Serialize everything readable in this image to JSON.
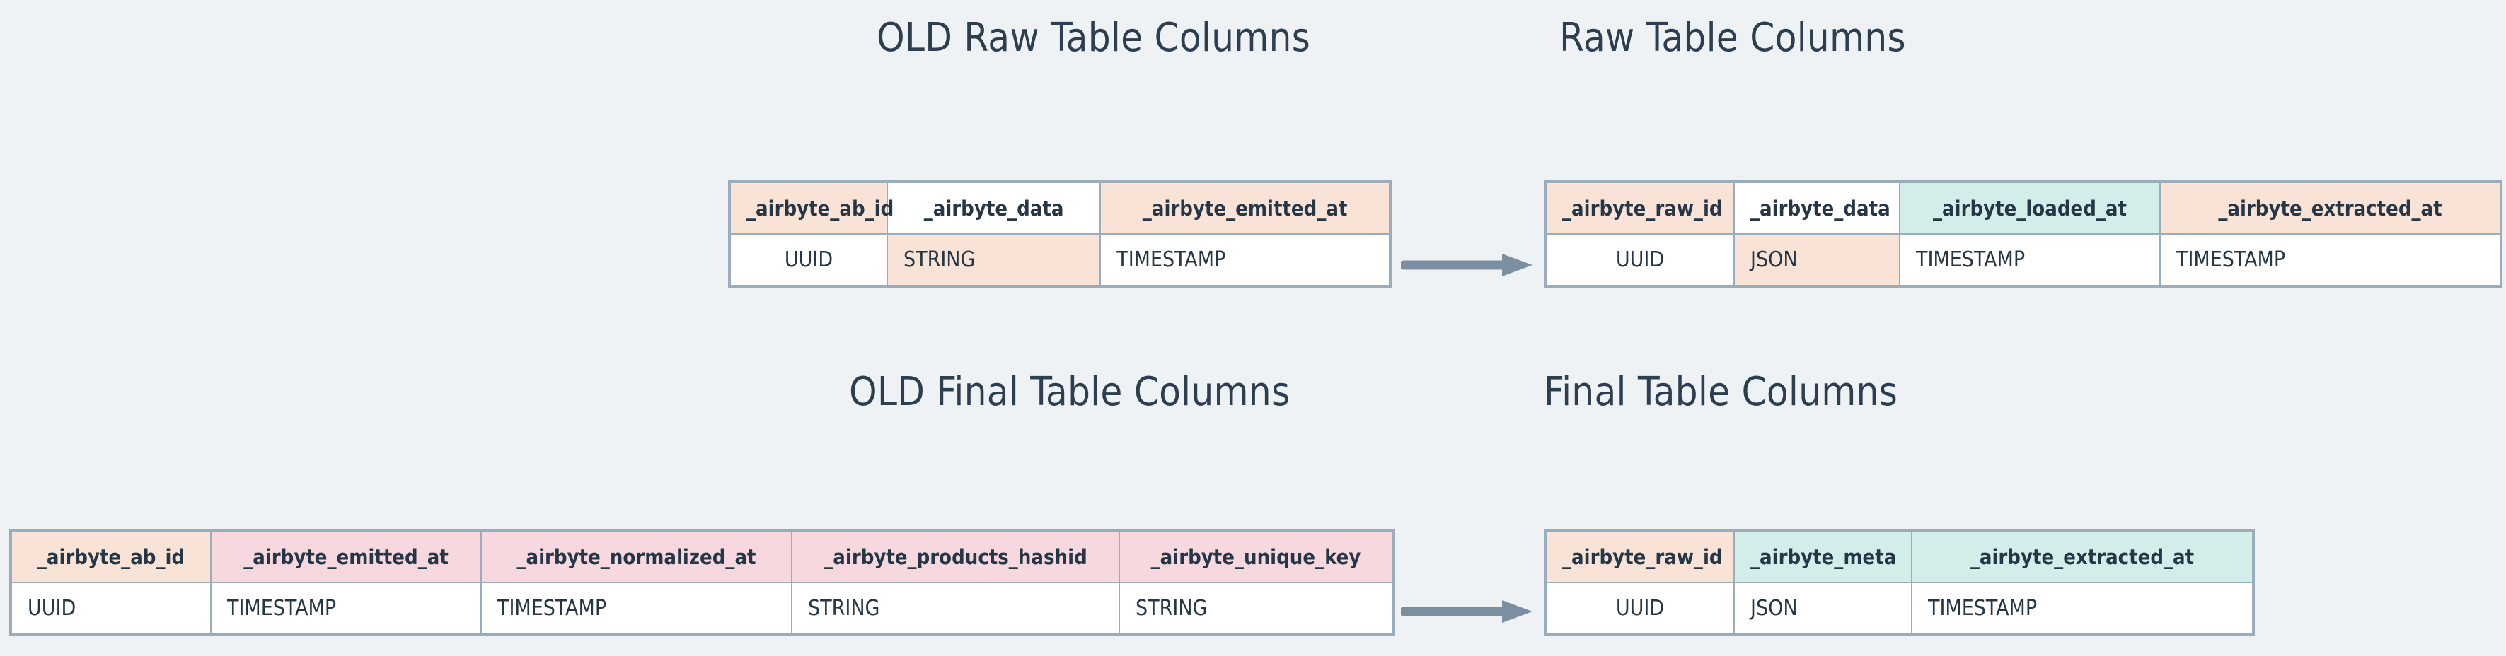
{
  "background_color": "#eff2f5",
  "palette": {
    "peach": "#f8e3d6",
    "teal": "#d3edea",
    "pink": "#f7d8de",
    "white": "#ffffff",
    "border": "#9aadbd",
    "text": "#253746",
    "title": "#2c3e50",
    "arrow": "#7b8fa1"
  },
  "titles": {
    "old_raw": "OLD Raw Table Columns",
    "new_raw": "Raw Table Columns",
    "old_final": "OLD Final Table Columns",
    "new_final": "Final Table Columns"
  },
  "arrows": {
    "raw_label": "transforms-to-arrow",
    "final_label": "transforms-to-arrow"
  },
  "tables": {
    "old_raw": {
      "name": "OLD Raw Table Columns",
      "columns": [
        {
          "name": "_airbyte_ab_id",
          "type": "UUID",
          "header_fill": "peach",
          "type_fill": "white"
        },
        {
          "name": "_airbyte_data",
          "type": "STRING",
          "header_fill": "white",
          "type_fill": "peach"
        },
        {
          "name": "_airbyte_emitted_at",
          "type": "TIMESTAMP",
          "header_fill": "peach",
          "type_fill": "white"
        }
      ]
    },
    "new_raw": {
      "name": "Raw Table Columns",
      "columns": [
        {
          "name": "_airbyte_raw_id",
          "type": "UUID",
          "header_fill": "peach",
          "type_fill": "white"
        },
        {
          "name": "_airbyte_data",
          "type": "JSON",
          "header_fill": "white",
          "type_fill": "peach"
        },
        {
          "name": "_airbyte_loaded_at",
          "type": "TIMESTAMP",
          "header_fill": "teal",
          "type_fill": "white"
        },
        {
          "name": "_airbyte_extracted_at",
          "type": "TIMESTAMP",
          "header_fill": "peach",
          "type_fill": "white"
        }
      ]
    },
    "old_final": {
      "name": "OLD Final Table Columns",
      "columns": [
        {
          "name": "_airbyte_ab_id",
          "type": "UUID",
          "header_fill": "peach",
          "type_fill": "white"
        },
        {
          "name": "_airbyte_emitted_at",
          "type": "TIMESTAMP",
          "header_fill": "pink",
          "type_fill": "white"
        },
        {
          "name": "_airbyte_normalized_at",
          "type": "TIMESTAMP",
          "header_fill": "pink",
          "type_fill": "white"
        },
        {
          "name": "_airbyte_products_hashid",
          "type": "STRING",
          "header_fill": "pink",
          "type_fill": "white"
        },
        {
          "name": "_airbyte_unique_key",
          "type": "STRING",
          "header_fill": "pink",
          "type_fill": "white"
        }
      ]
    },
    "new_final": {
      "name": "Final Table Columns",
      "columns": [
        {
          "name": "_airbyte_raw_id",
          "type": "UUID",
          "header_fill": "peach",
          "type_fill": "white"
        },
        {
          "name": "_airbyte_meta",
          "type": "JSON",
          "header_fill": "teal",
          "type_fill": "white"
        },
        {
          "name": "_airbyte_extracted_at",
          "type": "TIMESTAMP",
          "header_fill": "teal",
          "type_fill": "white"
        }
      ]
    }
  }
}
